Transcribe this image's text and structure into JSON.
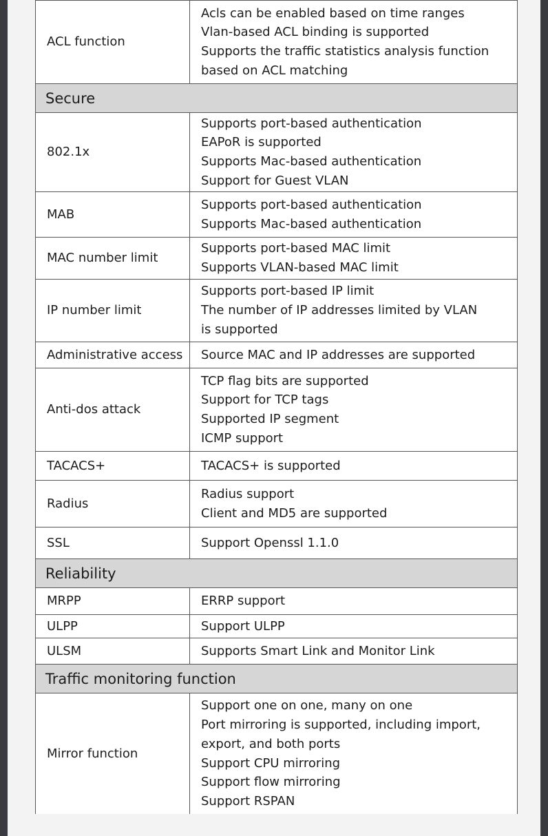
{
  "rows": [
    {
      "kind": "item",
      "label": "ACL function",
      "lines": [
        "Acls can be enabled based on time ranges",
        "Vlan-based ACL binding is supported",
        "Supports the traffic statistics analysis function based on ACL matching"
      ]
    },
    {
      "kind": "section",
      "title": "Secure"
    },
    {
      "kind": "item",
      "label": "802.1x",
      "lines": [
        "Supports port-based authentication",
        "EAPoR is supported",
        "Supports Mac-based authentication",
        "Support for Guest VLAN"
      ]
    },
    {
      "kind": "item",
      "label": "MAB",
      "lines": [
        "Supports port-based authentication",
        "Supports Mac-based authentication"
      ]
    },
    {
      "kind": "item",
      "label": "MAC number limit",
      "lines": [
        "Supports port-based MAC limit",
        "Supports VLAN-based MAC limit"
      ]
    },
    {
      "kind": "item",
      "label": "IP number limit",
      "lines": [
        "Supports port-based IP limit",
        "The number of IP addresses limited by VLAN",
        "is supported"
      ]
    },
    {
      "kind": "item",
      "label": "Administrative access",
      "lines": [
        "Source MAC and IP addresses are supported"
      ]
    },
    {
      "kind": "item",
      "label": "Anti-dos attack",
      "lines": [
        "TCP flag bits are supported",
        "Support for TCP tags",
        "Supported IP segment",
        "ICMP support"
      ]
    },
    {
      "kind": "item",
      "label": "TACACS+",
      "lines": [
        "TACACS+ is supported"
      ]
    },
    {
      "kind": "item",
      "label": "Radius",
      "lines": [
        "Radius support",
        "Client and MD5 are supported"
      ]
    },
    {
      "kind": "item",
      "label": "SSL",
      "lines": [
        "Support Openssl 1.1.0"
      ]
    },
    {
      "kind": "section",
      "title": "Reliability"
    },
    {
      "kind": "item",
      "label": "MRPP",
      "lines": [
        "ERRP support"
      ]
    },
    {
      "kind": "item",
      "label": "ULPP",
      "lines": [
        "Support ULPP"
      ]
    },
    {
      "kind": "item",
      "label": "ULSM",
      "lines": [
        "Supports Smart Link and Monitor Link"
      ]
    },
    {
      "kind": "section",
      "title": "Traffic monitoring function"
    },
    {
      "kind": "item",
      "label": "Mirror function",
      "lines": [
        "Support one on one, many on one",
        "Port mirroring is supported, including import, export, and both ports",
        "Support CPU mirroring",
        "Support flow mirroring",
        "Support RSPAN"
      ]
    }
  ]
}
